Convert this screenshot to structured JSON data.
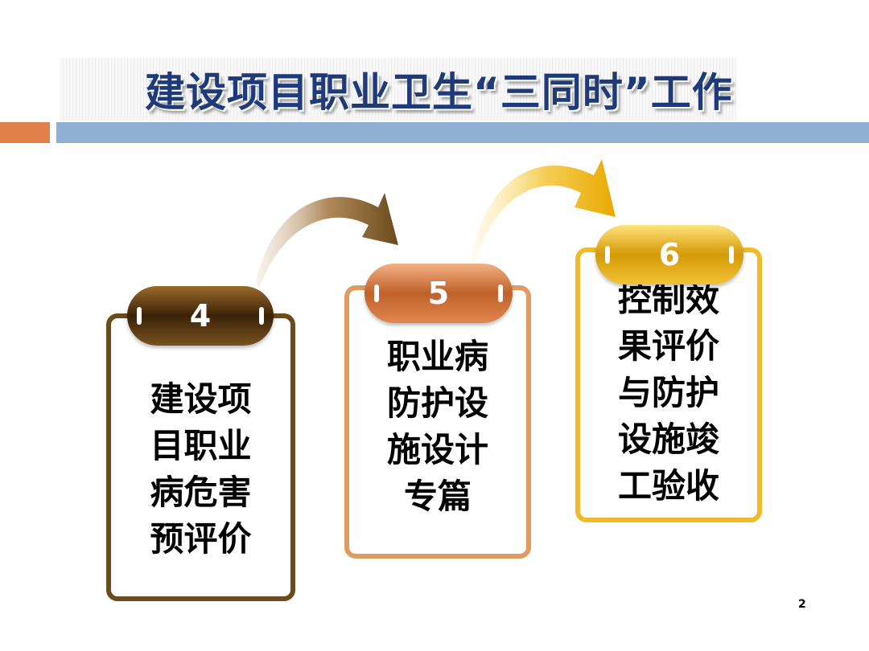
{
  "title": "建设项目职业卫生“三同时”工作",
  "steps": [
    {
      "number": "4",
      "lines": [
        "建设项",
        "目职业",
        "病危害",
        "预评价"
      ]
    },
    {
      "number": "5",
      "lines": [
        "职业病",
        "防护设",
        "施设计",
        "专篇"
      ]
    },
    {
      "number": "6",
      "lines": [
        "控制效",
        "果评价",
        "与防护",
        "设施竣",
        "工验收"
      ]
    }
  ],
  "page_number": "2",
  "colors": {
    "title": "#1f3a7a",
    "bar_orange": "#e0804a",
    "bar_blue": "#8fb0d2",
    "step4": "#6b4a1c",
    "step5": "#e09a62",
    "step6": "#f0bb2a"
  }
}
